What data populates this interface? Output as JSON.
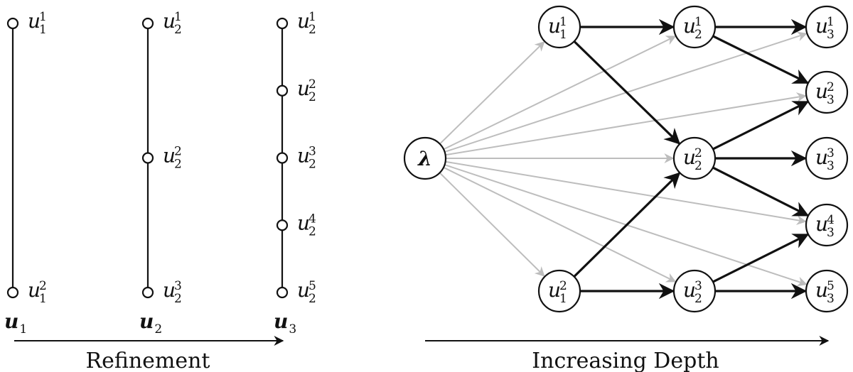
{
  "left": {
    "vectors": [
      {
        "symbol": "u",
        "index": "1",
        "nodes": [
          {
            "base": "u",
            "sub": "1",
            "sup": "1"
          },
          {
            "base": "u",
            "sub": "1",
            "sup": "2"
          }
        ]
      },
      {
        "symbol": "u",
        "index": "2",
        "nodes": [
          {
            "base": "u",
            "sub": "2",
            "sup": "1"
          },
          {
            "base": "u",
            "sub": "2",
            "sup": "2"
          },
          {
            "base": "u",
            "sub": "2",
            "sup": "3"
          }
        ]
      },
      {
        "symbol": "u",
        "index": "3",
        "nodes": [
          {
            "base": "u",
            "sub": "2",
            "sup": "1"
          },
          {
            "base": "u",
            "sub": "2",
            "sup": "2"
          },
          {
            "base": "u",
            "sub": "2",
            "sup": "3"
          },
          {
            "base": "u",
            "sub": "2",
            "sup": "4"
          },
          {
            "base": "u",
            "sub": "2",
            "sup": "5"
          }
        ]
      }
    ],
    "caption": "Refinement"
  },
  "right": {
    "input": {
      "id": "lambda",
      "label": "λ"
    },
    "layers": [
      [
        {
          "id": "u11",
          "base": "u",
          "sub": "1",
          "sup": "1"
        },
        {
          "id": "u12",
          "base": "u",
          "sub": "1",
          "sup": "2"
        }
      ],
      [
        {
          "id": "u21",
          "base": "u",
          "sub": "2",
          "sup": "1"
        },
        {
          "id": "u22",
          "base": "u",
          "sub": "2",
          "sup": "2"
        },
        {
          "id": "u23",
          "base": "u",
          "sub": "2",
          "sup": "3"
        }
      ],
      [
        {
          "id": "u31",
          "base": "u",
          "sub": "3",
          "sup": "1"
        },
        {
          "id": "u32",
          "base": "u",
          "sub": "3",
          "sup": "2"
        },
        {
          "id": "u33",
          "base": "u",
          "sub": "3",
          "sup": "3"
        },
        {
          "id": "u34",
          "base": "u",
          "sub": "3",
          "sup": "4"
        },
        {
          "id": "u35",
          "base": "u",
          "sub": "3",
          "sup": "5"
        }
      ]
    ],
    "skip_edges_from_input": [
      "u11",
      "u12",
      "u21",
      "u22",
      "u23",
      "u31",
      "u32",
      "u33",
      "u34",
      "u35"
    ],
    "main_edges": [
      [
        "u11",
        "u21"
      ],
      [
        "u11",
        "u22"
      ],
      [
        "u12",
        "u22"
      ],
      [
        "u12",
        "u23"
      ],
      [
        "u21",
        "u31"
      ],
      [
        "u21",
        "u32"
      ],
      [
        "u22",
        "u32"
      ],
      [
        "u22",
        "u33"
      ],
      [
        "u22",
        "u34"
      ],
      [
        "u23",
        "u34"
      ],
      [
        "u23",
        "u35"
      ]
    ],
    "caption": "Increasing Depth"
  },
  "colors": {
    "ink": "#111111",
    "skip": "#bdbdbd",
    "node_fill": "#ffffff"
  }
}
